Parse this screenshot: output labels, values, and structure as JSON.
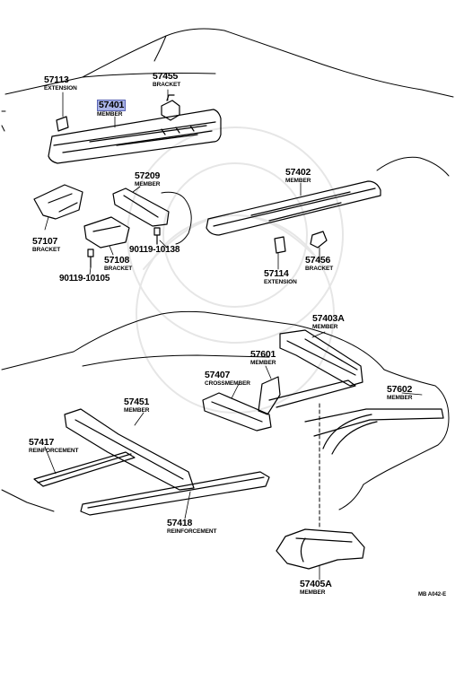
{
  "parts": [
    {
      "id": "p57113",
      "number": "57113",
      "name": "EXTENSION"
    },
    {
      "id": "p57455",
      "number": "57455",
      "name": "BRACKET"
    },
    {
      "id": "p57401",
      "number": "57401",
      "name": "MEMBER",
      "highlighted": true
    },
    {
      "id": "p57209",
      "number": "57209",
      "name": "MEMBER"
    },
    {
      "id": "p57402",
      "number": "57402",
      "name": "MEMBER"
    },
    {
      "id": "p57107",
      "number": "57107",
      "name": "BRACKET"
    },
    {
      "id": "p57108",
      "number": "57108",
      "name": "BRACKET"
    },
    {
      "id": "p57114",
      "number": "57114",
      "name": "EXTENSION"
    },
    {
      "id": "p57456",
      "number": "57456",
      "name": "BRACKET"
    },
    {
      "id": "p57403A",
      "number": "57403A",
      "name": "MEMBER"
    },
    {
      "id": "p57601",
      "number": "57601",
      "name": "MEMBER"
    },
    {
      "id": "p57407",
      "number": "57407",
      "name": "CROSSMEMBER"
    },
    {
      "id": "p57602",
      "number": "57602",
      "name": "MEMBER"
    },
    {
      "id": "p57451",
      "number": "57451",
      "name": "MEMBER"
    },
    {
      "id": "p57417",
      "number": "57417",
      "name": "REINFORCEMENT"
    },
    {
      "id": "p57418",
      "number": "57418",
      "name": "REINFORCEMENT"
    },
    {
      "id": "p57405A",
      "number": "57405A",
      "name": "MEMBER"
    }
  ],
  "bolts": [
    "90119-10138",
    "90119-10105"
  ],
  "diagram_code": "MB A042-E",
  "colors": {
    "highlight": "#aab4e8",
    "line": "#000000"
  }
}
